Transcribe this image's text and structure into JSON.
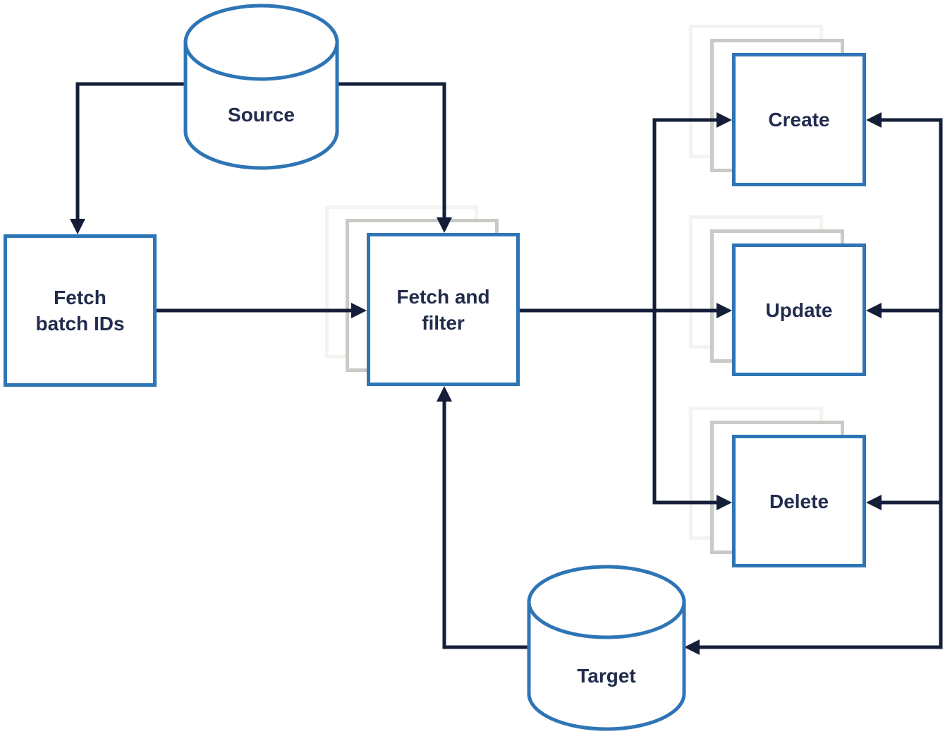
{
  "colors": {
    "accent_blue": "#2e75b6",
    "line_navy": "#151e39",
    "text_navy": "#222c4d",
    "ghost_gray": "#c9c9c5",
    "ghost_light": "#f3f3f0"
  },
  "nodes": {
    "source": {
      "label": "Source",
      "type": "database"
    },
    "fetch_batch_ids": {
      "line1": "Fetch",
      "line2": "batch IDs",
      "type": "process"
    },
    "fetch_and_filter": {
      "line1": "Fetch and",
      "line2": "filter",
      "type": "process-stack"
    },
    "create": {
      "label": "Create",
      "type": "process-stack"
    },
    "update": {
      "label": "Update",
      "type": "process-stack"
    },
    "delete": {
      "label": "Delete",
      "type": "process-stack"
    },
    "target": {
      "label": "Target",
      "type": "database"
    }
  },
  "edges": [
    {
      "from": "source",
      "to": "fetch_batch_ids"
    },
    {
      "from": "source",
      "to": "fetch_and_filter"
    },
    {
      "from": "fetch_batch_ids",
      "to": "fetch_and_filter"
    },
    {
      "from": "fetch_and_filter",
      "to": "create"
    },
    {
      "from": "fetch_and_filter",
      "to": "update"
    },
    {
      "from": "fetch_and_filter",
      "to": "delete"
    },
    {
      "from": "return_line",
      "to": "create"
    },
    {
      "from": "return_line",
      "to": "update"
    },
    {
      "from": "return_line",
      "to": "delete"
    },
    {
      "from": "return_line",
      "to": "target"
    },
    {
      "from": "target",
      "to": "fetch_and_filter"
    }
  ]
}
